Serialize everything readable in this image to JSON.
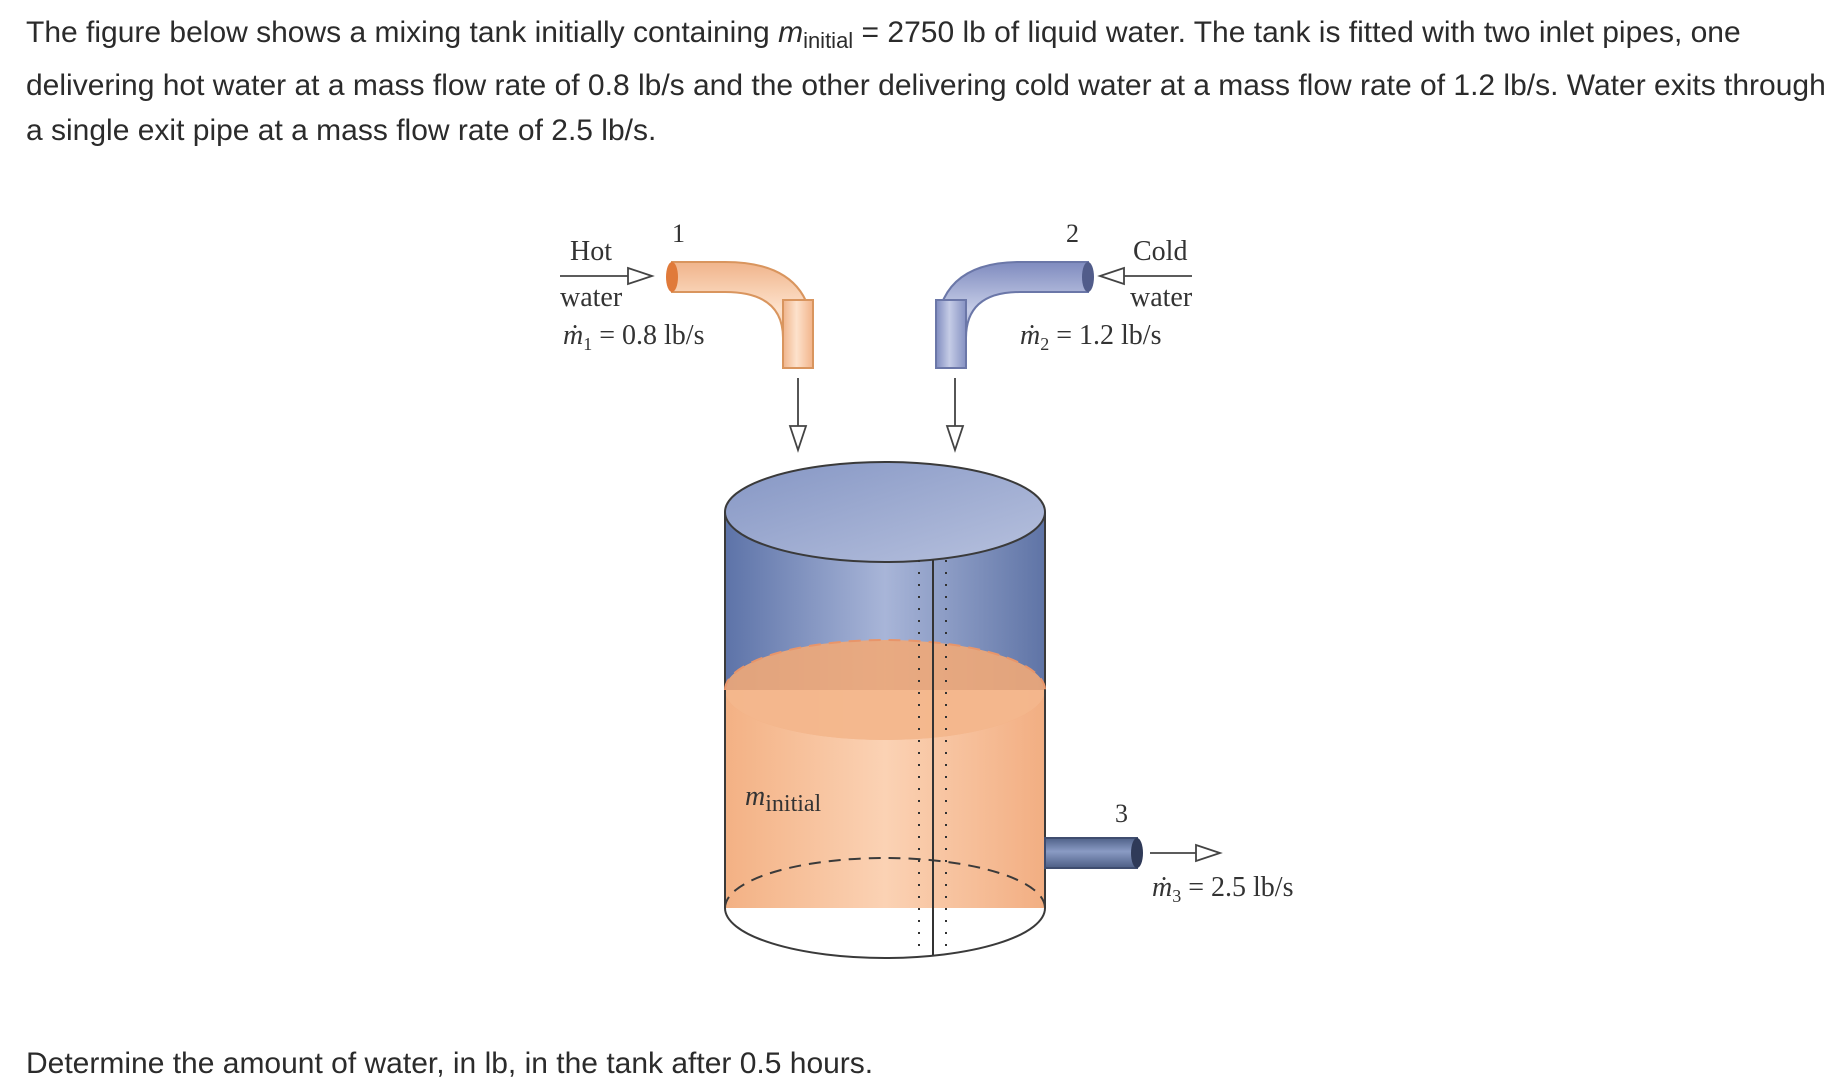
{
  "problem": {
    "intro_part1": "The figure below shows a mixing tank initially containing ",
    "m_symbol": "m",
    "m_subscript": "initial",
    "intro_part2": " = 2750 lb of liquid water. The tank is fitted with two inlet pipes, one delivering hot water at a mass flow rate of 0.8 lb/s and the other delivering cold water at a mass flow rate of 1.2 lb/s. Water exits through a single exit pipe at a mass flow rate of 2.5 lb/s.",
    "question": "Determine the amount of water, in lb, in the tank after 0.5 hours."
  },
  "figure": {
    "inlet1": {
      "number": "1",
      "label_top": "Hot",
      "label_bottom": "water",
      "mdot_symbol": "ṁ",
      "mdot_subscript": "1",
      "mdot_value": " = 0.8 lb/s"
    },
    "inlet2": {
      "number": "2",
      "label_top": "Cold",
      "label_bottom": "water",
      "mdot_symbol": "ṁ",
      "mdot_subscript": "2",
      "mdot_value": " = 1.2 lb/s"
    },
    "exit3": {
      "number": "3",
      "mdot_symbol": "ṁ",
      "mdot_subscript": "3",
      "mdot_value": " = 2.5 lb/s"
    },
    "tank_label_symbol": "m",
    "tank_label_subscript": "initial",
    "colors": {
      "hot_pipe": "#f7c9a4",
      "cold_pipe": "#9fa9cf",
      "tank_top": "#8b9bc6",
      "water": "#f3b88e",
      "exit_pipe": "#5f7196"
    }
  }
}
